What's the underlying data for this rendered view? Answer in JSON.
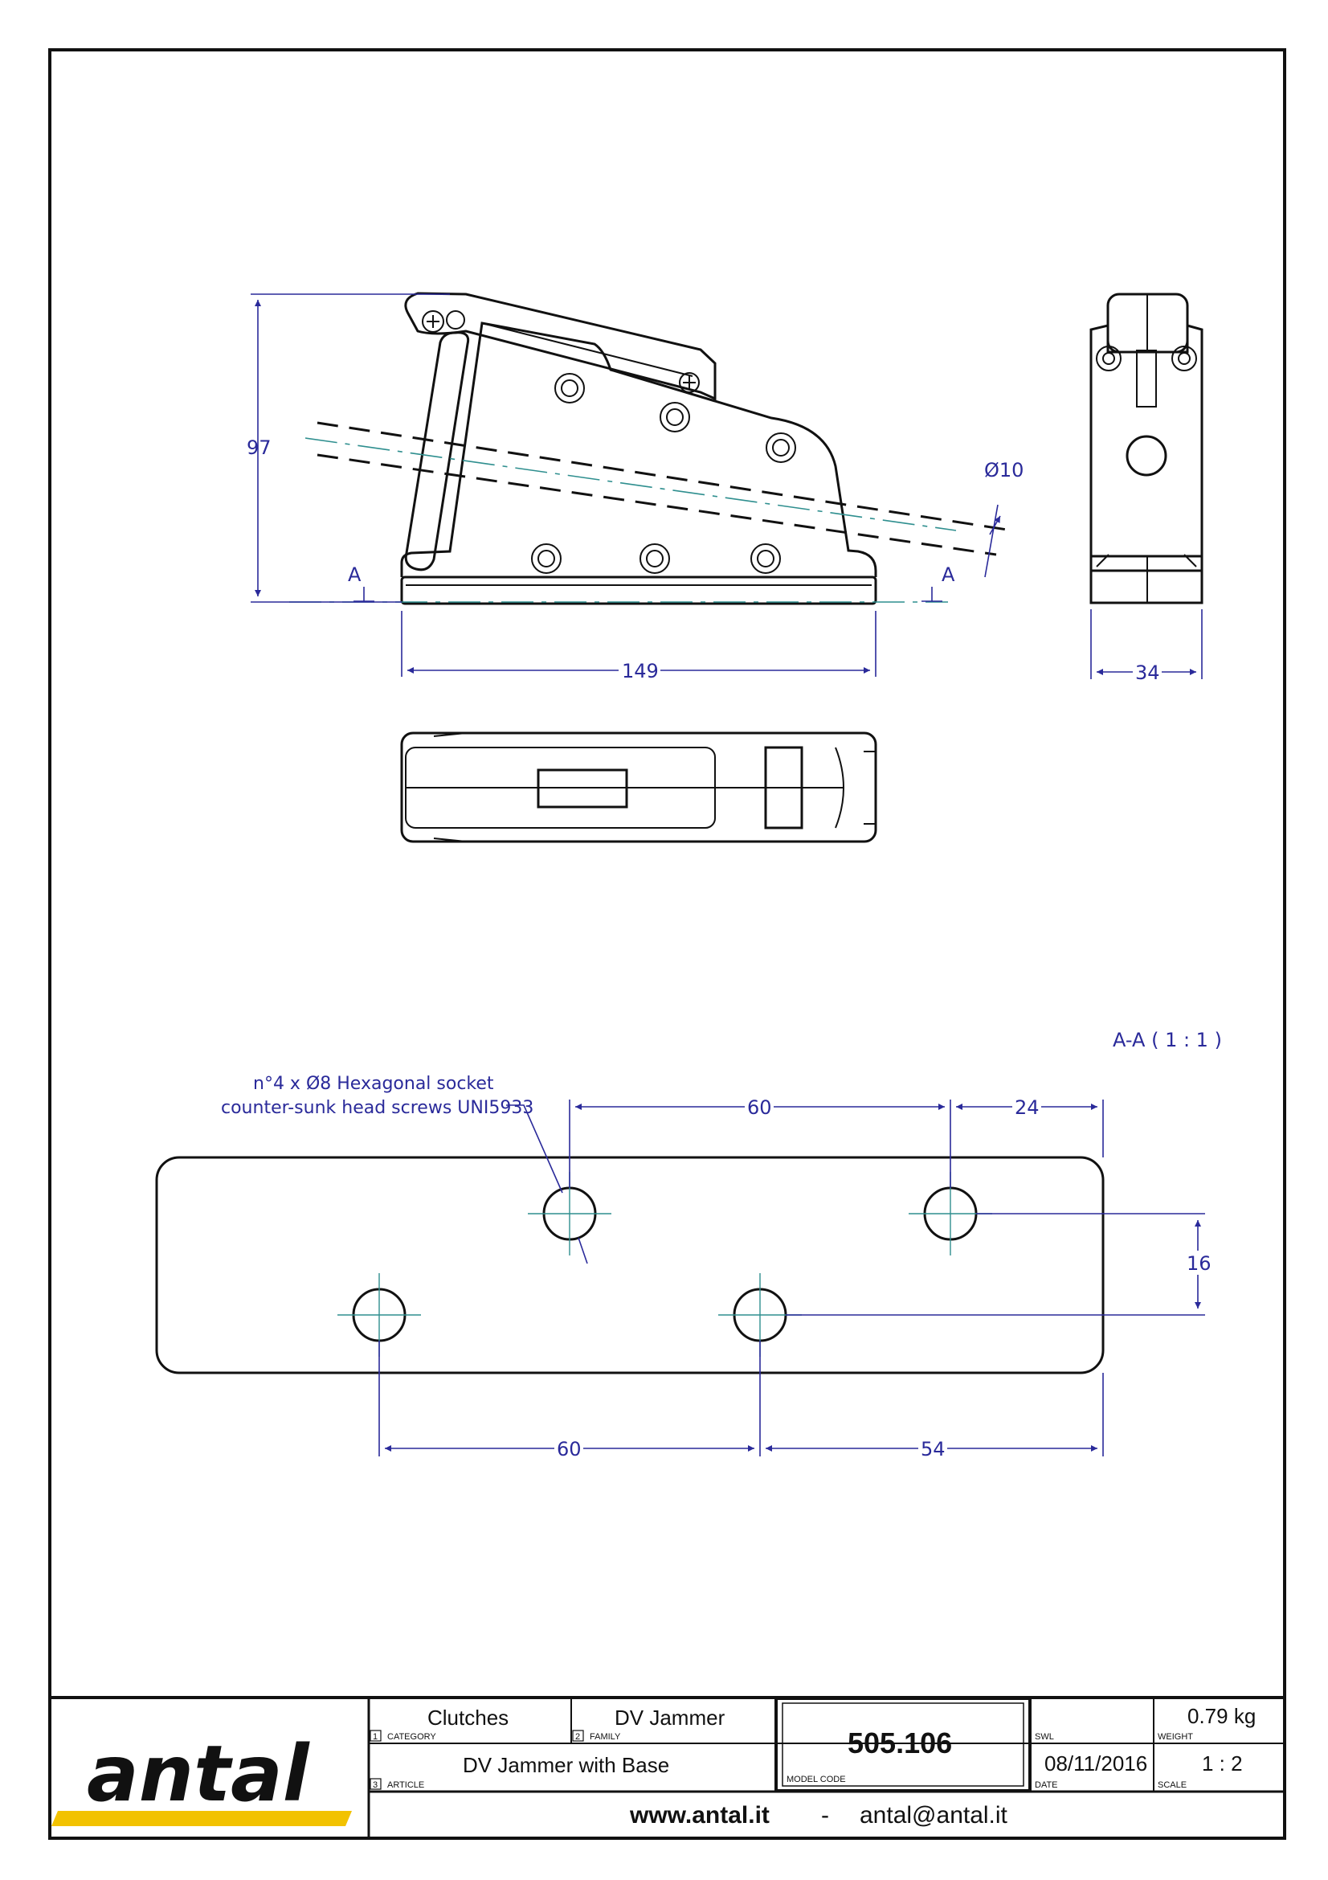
{
  "drawing": {
    "front_view": {
      "height_dim": "97",
      "length_dim": "149",
      "diameter_dim": "Ø10",
      "section_mark_left": "A",
      "section_mark_right": "A"
    },
    "side_view": {
      "width_dim": "34"
    },
    "section_view": {
      "title": "A-A ( 1 : 1 )",
      "note_line1": "n°4 x Ø8 Hexagonal socket",
      "note_line2": "counter-sunk head screws UNI5933",
      "dim_top_spacing": "60",
      "dim_top_edge": "24",
      "dim_offset": "16",
      "dim_bottom_spacing": "60",
      "dim_bottom_edge": "54"
    }
  },
  "title_block": {
    "logo_text": "antal",
    "category_value": "Clutches",
    "category_num": "1",
    "category_label": "CATEGORY",
    "family_value": "DV Jammer",
    "family_num": "2",
    "family_label": "FAMILY",
    "article_value": "DV Jammer with Base",
    "article_num": "3",
    "article_label": "ARTICLE",
    "model_code_value": "505.106",
    "model_code_label": "MODEL CODE",
    "swl_label": "SWL",
    "weight_value": "0.79 kg",
    "weight_label": "WEIGHT",
    "date_value": "08/11/2016",
    "date_label": "DATE",
    "scale_value": "1 : 2",
    "scale_label": "SCALE",
    "website": "www.antal.it",
    "separator": "-",
    "email": "antal@antal.it"
  },
  "colors": {
    "dimension": "#2a2a9a",
    "centerline": "#2f8f8f",
    "logo_accent": "#f2c200",
    "outline": "#111111"
  }
}
